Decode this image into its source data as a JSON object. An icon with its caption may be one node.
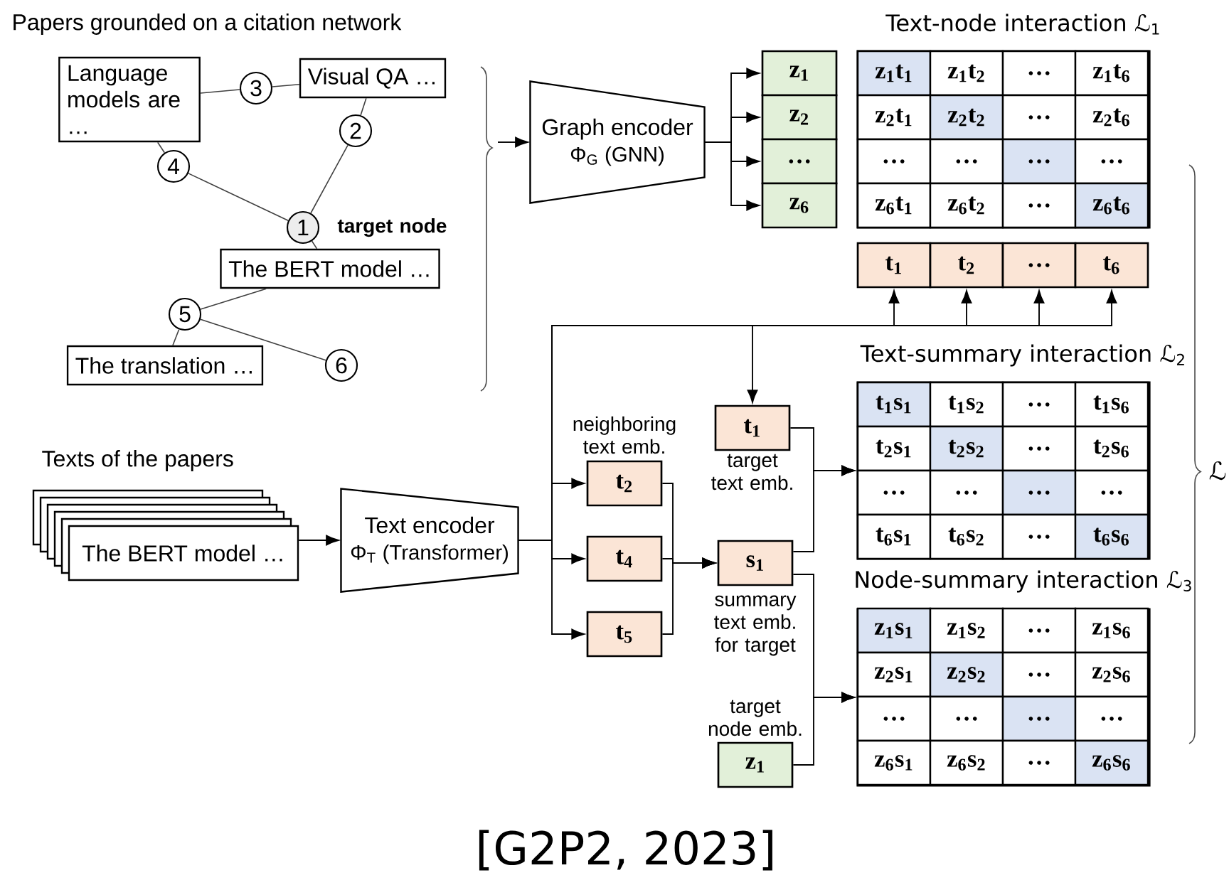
{
  "diagram": {
    "title": "Papers grounded on a citation network",
    "caption": "[G2P2, 2023]",
    "nodes": [
      {
        "text": [
          "Language models are …"
        ]
      },
      {
        "text": [
          "Visual QA …"
        ]
      },
      {
        "text": [
          "3"
        ]
      },
      {
        "text": [
          "2"
        ]
      },
      {
        "text": [
          "4"
        ]
      },
      {
        "text": [
          "1"
        ],
        "beside": [
          "target node"
        ]
      },
      {
        "text": [
          "The BERT model …"
        ]
      },
      {
        "text": [
          "5"
        ]
      },
      {
        "text": [
          "6"
        ]
      },
      {
        "text": [
          "The translation …"
        ]
      },
      {
        "text": [
          "Graph encoder",
          "Φ$_{G}$ (GNN)"
        ]
      },
      {
        "text": [
          "z$_{1}$"
        ]
      },
      {
        "text": [
          "z$_{2}$"
        ]
      },
      {
        "text": [
          "…"
        ]
      },
      {
        "text": [
          "z$_{6}$"
        ]
      },
      {
        "text": [
          "Text-node interaction ℒ$_{1}$"
        ]
      },
      {
        "text": [
          "t$_{1}$"
        ]
      },
      {
        "text": [
          "t$_{2}$"
        ]
      },
      {
        "text": [
          "…"
        ]
      },
      {
        "text": [
          "t$_{6}$"
        ]
      },
      {
        "text": [
          "Texts of the papers",
          "The BERT model …"
        ]
      },
      {
        "text": [
          "Text encoder",
          "Φ$_{T}$ (Transformer)"
        ]
      },
      {
        "text": [
          "t$_{2}$"
        ],
        "beside": [
          "neighboring text emb."
        ]
      },
      {
        "text": [
          "t$_{4}$"
        ]
      },
      {
        "text": [
          "t$_{5}$"
        ]
      },
      {
        "text": [
          "t$_{1}$"
        ],
        "beside": [
          "target text emb."
        ]
      },
      {
        "text": [
          "s$_{1}$"
        ],
        "beside": [
          "summary text emb. for target"
        ]
      },
      {
        "text": [
          "z$_{1}$"
        ],
        "beside": [
          "target node emb."
        ]
      },
      {
        "text": [
          "Text-summary interaction ℒ$_{2}$"
        ]
      },
      {
        "text": [
          "Node-summary interaction ℒ$_{3}$"
        ]
      }
    ],
    "edges": [
      {
        "from": 2,
        "to": 0,
        "arrow": "none"
      },
      {
        "from": 0,
        "to": 4,
        "arrow": "none"
      },
      {
        "from": 2,
        "to": 1,
        "arrow": "none"
      },
      {
        "from": 1,
        "to": 3,
        "arrow": "none"
      },
      {
        "from": 4,
        "to": 5,
        "arrow": "none"
      },
      {
        "from": 3,
        "to": 5,
        "arrow": "none"
      },
      {
        "from": 5,
        "to": 6,
        "arrow": "none"
      },
      {
        "from": 6,
        "to": 7,
        "arrow": "none"
      },
      {
        "from": 7,
        "to": 8,
        "arrow": "none"
      },
      {
        "from": 7,
        "to": 9,
        "arrow": "none"
      },
      {
        "from": null,
        "to": 10,
        "arrow": "to"
      },
      {
        "from": 10,
        "to": 11,
        "arrow": "to"
      },
      {
        "from": 10,
        "to": 12,
        "arrow": "to"
      },
      {
        "from": 10,
        "to": 13,
        "arrow": "to"
      },
      {
        "from": 10,
        "to": 14,
        "arrow": "to"
      },
      {
        "from": 20,
        "to": 21,
        "arrow": "to"
      },
      {
        "from": 21,
        "to": 16,
        "arrow": "to"
      },
      {
        "from": 21,
        "to": 17,
        "arrow": "to"
      },
      {
        "from": 21,
        "to": 18,
        "arrow": "to"
      },
      {
        "from": 21,
        "to": 19,
        "arrow": "to"
      },
      {
        "from": 21,
        "to": 25,
        "arrow": "to"
      },
      {
        "from": 21,
        "to": 22,
        "arrow": "to"
      },
      {
        "from": 21,
        "to": 23,
        "arrow": "to"
      },
      {
        "from": 21,
        "to": 24,
        "arrow": "to"
      },
      {
        "from": 22,
        "to": 26,
        "arrow": "to"
      },
      {
        "from": 23,
        "to": 26,
        "arrow": "to"
      },
      {
        "from": 24,
        "to": 26,
        "arrow": "to"
      },
      {
        "from": 25,
        "to": 28,
        "arrow": "to"
      },
      {
        "from": 26,
        "to": 28,
        "arrow": "to"
      },
      {
        "from": 26,
        "to": 29,
        "arrow": "to"
      },
      {
        "from": 27,
        "to": 29,
        "arrow": "to"
      }
    ],
    "labels": [
      "z$_{1}$t$_{1}$",
      "z$_{1}$t$_{2}$",
      "…",
      "z$_{1}$t$_{6}$",
      "z$_{2}$t$_{1}$",
      "z$_{2}$t$_{2}$",
      "…",
      "z$_{2}$t$_{6}$",
      "…",
      "…",
      "…",
      "…",
      "z$_{6}$t$_{1}$",
      "z$_{6}$t$_{2}$",
      "…",
      "z$_{6}$t$_{6}$",
      "t$_{1}$s$_{1}$",
      "t$_{1}$s$_{2}$",
      "…",
      "t$_{1}$s$_{6}$",
      "t$_{2}$s$_{1}$",
      "t$_{2}$s$_{2}$",
      "…",
      "t$_{2}$s$_{6}$",
      "…",
      "…",
      "…",
      "…",
      "t$_{6}$s$_{1}$",
      "t$_{6}$s$_{2}$",
      "…",
      "t$_{6}$s$_{6}$",
      "z$_{1}$s$_{1}$",
      "z$_{1}$s$_{2}$",
      "…",
      "z$_{1}$s$_{6}$",
      "z$_{2}$s$_{1}$",
      "z$_{2}$s$_{2}$",
      "…",
      "z$_{2}$s$_{6}$",
      "…",
      "…",
      "…",
      "…",
      "z$_{6}$s$_{1}$",
      "z$_{6}$s$_{2}$",
      "…",
      "z$_{6}$s$_{6}$",
      "ℒ"
    ]
  }
}
